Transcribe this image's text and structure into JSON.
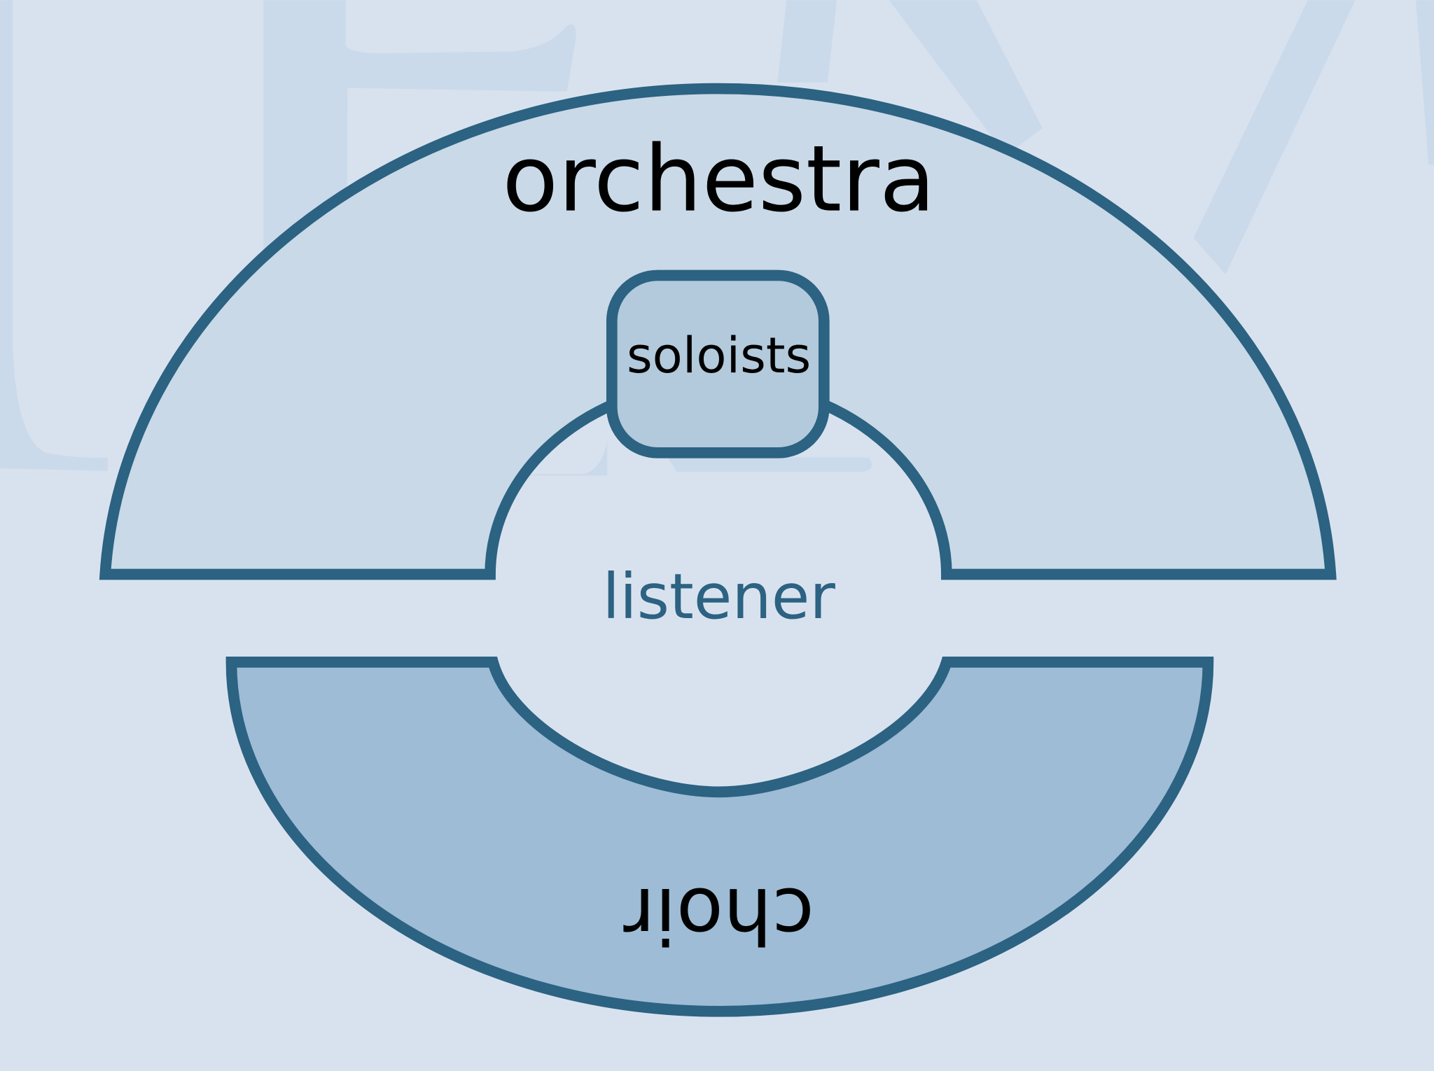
{
  "diagram": {
    "labels": {
      "orchestra": "orchestra",
      "soloists": "soloists",
      "listener": "listener",
      "choir": "choir"
    },
    "colors": {
      "background": "#d8e2ee",
      "watermark": "#cbdaea",
      "orchestra_fill": "#c9d9e7",
      "soloists_fill": "#b2cadc",
      "choir_fill": "#9ebcd5",
      "outline": "#2c6282",
      "listener_text": "#2c6282",
      "text": "#000000"
    }
  }
}
